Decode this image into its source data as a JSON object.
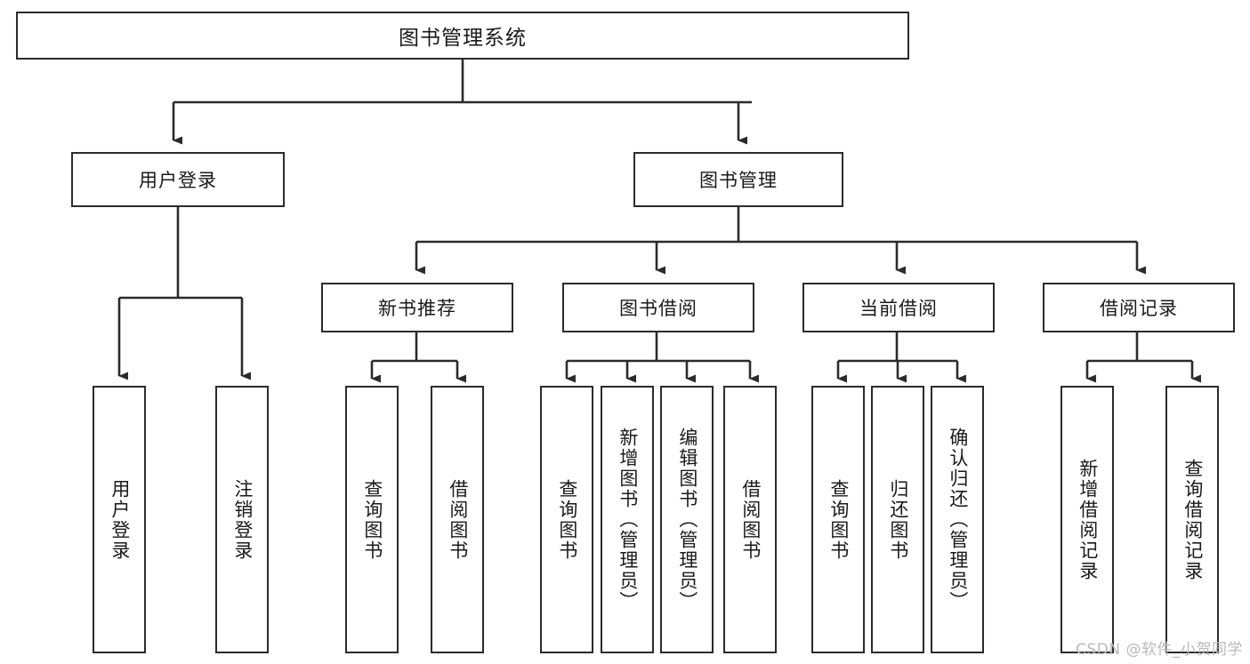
{
  "diagram": {
    "type": "tree-hierarchy",
    "title": "图书管理系统",
    "root": {
      "label": "图书管理系统"
    },
    "level1": [
      {
        "label": "用户登录"
      },
      {
        "label": "图书管理"
      }
    ],
    "level2": [
      {
        "label": "新书推荐",
        "parent": "图书管理"
      },
      {
        "label": "图书借阅",
        "parent": "图书管理"
      },
      {
        "label": "当前借阅",
        "parent": "图书管理"
      },
      {
        "label": "借阅记录",
        "parent": "图书管理"
      }
    ],
    "leaves": {
      "user_login": [
        {
          "label": "用户登录"
        },
        {
          "label": "注销登录"
        }
      ],
      "new_book_recommend": [
        {
          "label": "查询图书"
        },
        {
          "label": "借阅图书"
        }
      ],
      "book_borrow": [
        {
          "label": "查询图书"
        },
        {
          "label": "新增图书（管理员）"
        },
        {
          "label": "编辑图书（管理员）"
        },
        {
          "label": "借阅图书"
        }
      ],
      "current_borrow": [
        {
          "label": "查询图书"
        },
        {
          "label": "归还图书"
        },
        {
          "label": "确认归还（管理员）"
        }
      ],
      "borrow_record": [
        {
          "label": "新增借阅记录"
        },
        {
          "label": "查询借阅记录"
        }
      ]
    },
    "watermark": "CSDN @软件_小贺同学",
    "colors": {
      "stroke": "#2b2b2b",
      "fill": "#ffffff",
      "text": "#1a1a1a",
      "watermark": "#b9b9b9"
    }
  }
}
